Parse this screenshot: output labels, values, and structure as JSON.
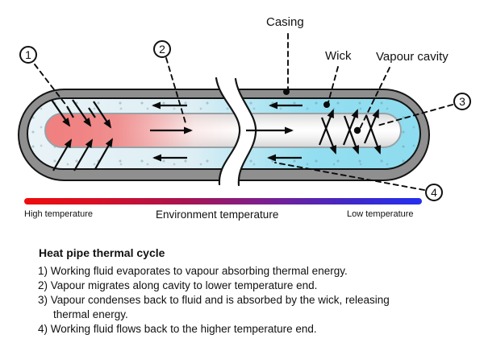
{
  "diagram": {
    "part_labels": {
      "casing": "Casing",
      "wick": "Wick",
      "vapour_cavity": "Vapour cavity"
    },
    "callouts": [
      {
        "number": "1"
      },
      {
        "number": "2"
      },
      {
        "number": "3"
      },
      {
        "number": "4"
      }
    ],
    "temperature_scale": {
      "high_label": "High temperature",
      "environment_label": "Environment temperature",
      "low_label": "Low temperature",
      "gradient_colors": [
        "#ee0d0d",
        "#7c1f8e",
        "#2430ee"
      ]
    },
    "colors": {
      "casing": "#8f8f8f",
      "wick_hot_end": "#e9f3f7",
      "wick_cold_end": "#8edcef",
      "working_fluid_hot": "#f08484",
      "vapour_cavity_fill": "#ffffff"
    }
  },
  "legend": {
    "title": "Heat pipe thermal cycle",
    "steps": [
      "1) Working fluid evaporates to vapour absorbing thermal energy.",
      "2) Vapour migrates along cavity to lower temperature end.",
      "3) Vapour condenses back to fluid and is absorbed by the wick, releasing thermal energy.",
      "4) Working fluid flows back to the higher temperature end."
    ]
  }
}
